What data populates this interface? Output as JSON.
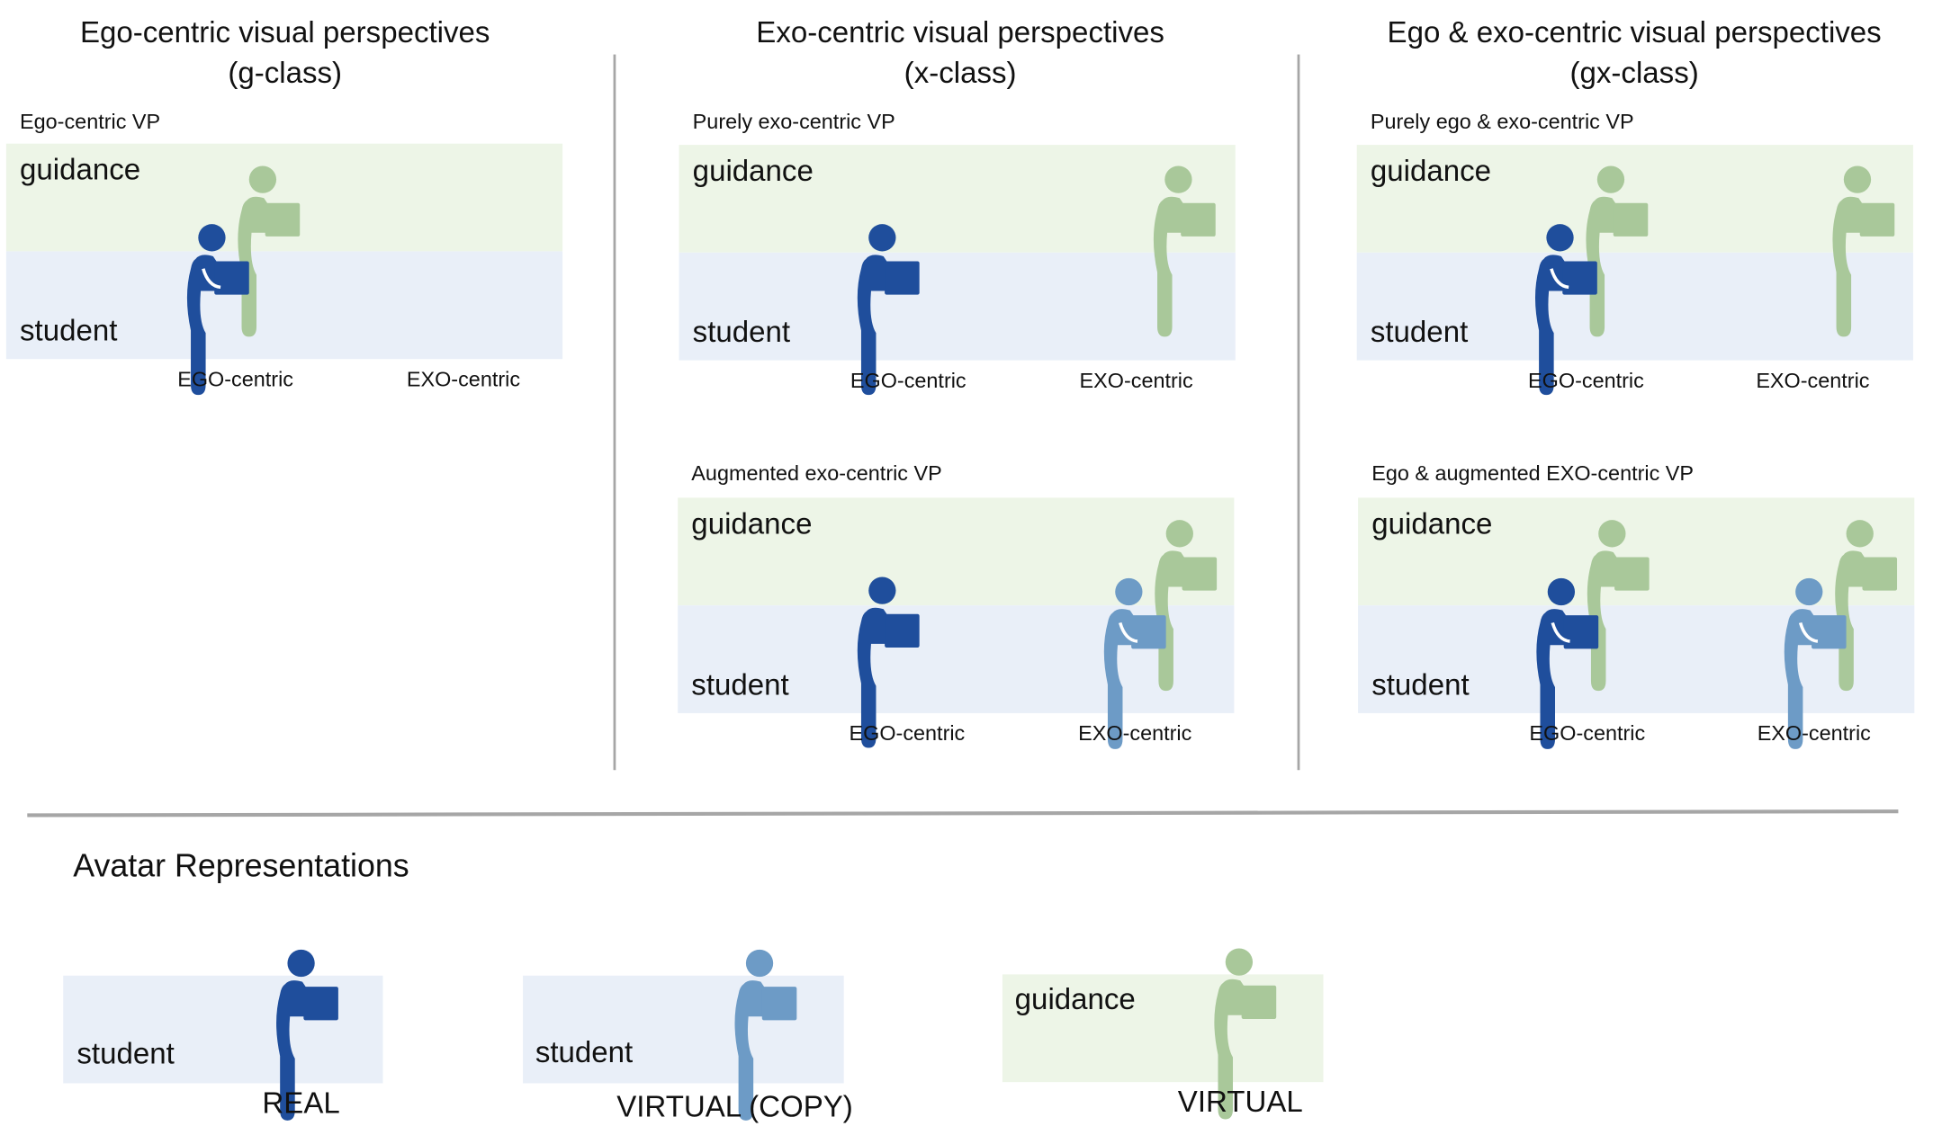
{
  "colors": {
    "real": "#1f4e9c",
    "virtual_copy": "#6d9bc6",
    "virtual": "#a9c89a",
    "guidance_band": "#edf5e7",
    "student_band": "#e9eff8",
    "divider": "#a6a6a6"
  },
  "icon": "person-carrying-box-icon",
  "columns": [
    {
      "title_line1": "Ego-centric visual perspectives",
      "title_line2": "(g-class)"
    },
    {
      "title_line1": "Exo-centric visual perspectives",
      "title_line2": "(x-class)"
    },
    {
      "title_line1": "Ego & exo-centric visual perspectives",
      "title_line2": "(gx-class)"
    }
  ],
  "panels": [
    {
      "title": "Ego-centric VP",
      "guidance": "guidance",
      "student": "student",
      "ego_label": "EGO-centric",
      "exo_label": "EXO-centric"
    },
    {
      "title": "Purely exo-centric VP",
      "guidance": "guidance",
      "student": "student",
      "ego_label": "EGO-centric",
      "exo_label": "EXO-centric"
    },
    {
      "title": "Augmented exo-centric VP",
      "guidance": "guidance",
      "student": "student",
      "ego_label": "EGO-centric",
      "exo_label": "EXO-centric"
    },
    {
      "title": "Purely ego & exo-centric VP",
      "guidance": "guidance",
      "student": "student",
      "ego_label": "EGO-centric",
      "exo_label": "EXO-centric"
    },
    {
      "title": "Ego & augmented EXO-centric VP",
      "guidance": "guidance",
      "student": "student",
      "ego_label": "EGO-centric",
      "exo_label": "EXO-centric"
    }
  ],
  "avatars": {
    "title": "Avatar Representations",
    "items": [
      {
        "band_text": "student",
        "label": "REAL"
      },
      {
        "band_text": "student",
        "label": "VIRTUAL (COPY)"
      },
      {
        "band_text": "guidance",
        "label": "VIRTUAL"
      }
    ]
  }
}
